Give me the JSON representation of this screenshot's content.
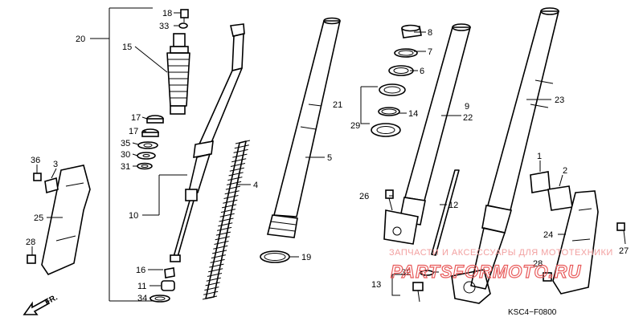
{
  "callouts": [
    {
      "id": "20",
      "text": "20"
    },
    {
      "id": "15",
      "text": "15"
    },
    {
      "id": "18",
      "text": "18"
    },
    {
      "id": "33a",
      "text": "33"
    },
    {
      "id": "17a",
      "text": "17"
    },
    {
      "id": "17b",
      "text": "17"
    },
    {
      "id": "35",
      "text": "35"
    },
    {
      "id": "30",
      "text": "30"
    },
    {
      "id": "31",
      "text": "31"
    },
    {
      "id": "36",
      "text": "36"
    },
    {
      "id": "3",
      "text": "3"
    },
    {
      "id": "25",
      "text": "25"
    },
    {
      "id": "28a",
      "text": "28"
    },
    {
      "id": "10",
      "text": "10"
    },
    {
      "id": "16",
      "text": "16"
    },
    {
      "id": "11",
      "text": "11"
    },
    {
      "id": "34",
      "text": "34"
    },
    {
      "id": "4",
      "text": "4"
    },
    {
      "id": "5",
      "text": "5"
    },
    {
      "id": "19",
      "text": "19"
    },
    {
      "id": "8",
      "text": "8"
    },
    {
      "id": "7",
      "text": "7"
    },
    {
      "id": "6",
      "text": "6"
    },
    {
      "id": "21",
      "text": "21"
    },
    {
      "id": "14",
      "text": "14"
    },
    {
      "id": "29",
      "text": "29"
    },
    {
      "id": "9",
      "text": "9"
    },
    {
      "id": "22",
      "text": "22"
    },
    {
      "id": "26",
      "text": "26"
    },
    {
      "id": "12",
      "text": "12"
    },
    {
      "id": "32",
      "text": "32"
    },
    {
      "id": "13",
      "text": "13"
    },
    {
      "id": "23",
      "text": "23"
    },
    {
      "id": "1",
      "text": "1"
    },
    {
      "id": "2",
      "text": "2"
    },
    {
      "id": "24",
      "text": "24"
    },
    {
      "id": "27",
      "text": "27"
    },
    {
      "id": "28b",
      "text": "28"
    }
  ],
  "watermark": {
    "line1": "ЗАПЧАСТИ И АКСЕССУАРЫ ДЛЯ МОТОТЕХНИКИ",
    "line2": "PARTSFORMOTO.RU",
    "color": "#e85a5a"
  },
  "direction_label": "FR.",
  "diagram_code": "KSC4−F0800"
}
